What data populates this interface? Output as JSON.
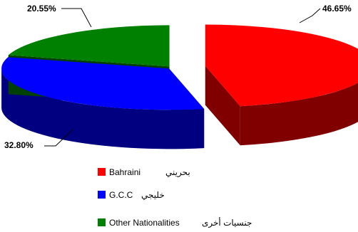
{
  "chart_data": {
    "type": "pie",
    "style": "3d-exploded",
    "slices": [
      {
        "label_en": "Bahraini",
        "label_ar": "بحريني",
        "value": 46.65,
        "display": "46.65%",
        "color": "#ff0000",
        "side_color": "#800000"
      },
      {
        "label_en": "G.C.C",
        "label_ar": "خليجي",
        "value": 32.8,
        "display": "32.80%",
        "color": "#0000ff",
        "side_color": "#000080"
      },
      {
        "label_en": "Other Nationalities",
        "label_ar": "جنسيات أخرى",
        "value": 20.55,
        "display": "20.55%",
        "color": "#008000",
        "side_color": "#004000"
      }
    ],
    "legend": "bottom-center",
    "data_labels": "outside-with-leader-lines"
  }
}
